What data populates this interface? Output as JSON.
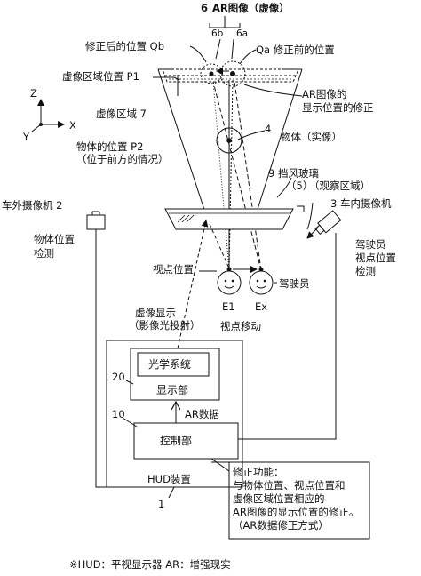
{
  "title": {
    "number": "6",
    "text": "AR图像（虚像）",
    "label_6b": "6b",
    "label_6a": "6a"
  },
  "labels": {
    "corrected_position": "修正后的位置 Qb",
    "before_correction": "Qa 修正前的位置",
    "virtual_area_position": "虚像区域位置 P1",
    "virtual_area": "虚像区域 7",
    "correction_note_line1": "AR图像的",
    "correction_note_line2": "显示位置的修正",
    "object_number": "4",
    "object_real": "物体（实像）",
    "object_position_line1": "物体的位置 P2",
    "object_position_line2": "（位于前方的情况）",
    "windshield_line1": "9 挡风玻璃",
    "windshield_number": "（5）",
    "windshield_line2": "（观察区域）",
    "inner_camera": "3 车内摄像机",
    "outer_camera": "车外摄像机 2",
    "object_detect_line1": "物体位置",
    "object_detect_line2": "检测",
    "driver_detect_line1": "驾驶员",
    "driver_detect_line2": "视点位置",
    "driver_detect_line3": "检测",
    "viewpoint_position": "视点位置",
    "driver": "驾驶员",
    "eye_e1": "E1",
    "eye_ex": "Ex",
    "viewpoint_move": "视点移动",
    "virtual_display_line1": "虚像显示",
    "virtual_display_line2": "（影像光投射）",
    "optical_system": "光学系统",
    "display_number": "20",
    "display_unit": "显示部",
    "controller_number": "10",
    "ar_data": "AR数据",
    "controller": "控制部",
    "hud_device": "HUD装置",
    "hud_number": "1",
    "func_line1": "修正功能：",
    "func_line2": "与物体位置、视点位置和",
    "func_line3": "虚像区域位置相应的",
    "func_line4": "AR图像的显示位置的修正。",
    "func_line5": "（AR数据修正方式）",
    "footnote": "※HUD：平视显示器   AR：增强现实"
  },
  "axes": {
    "z": "Z",
    "x": "X",
    "y": "Y"
  }
}
